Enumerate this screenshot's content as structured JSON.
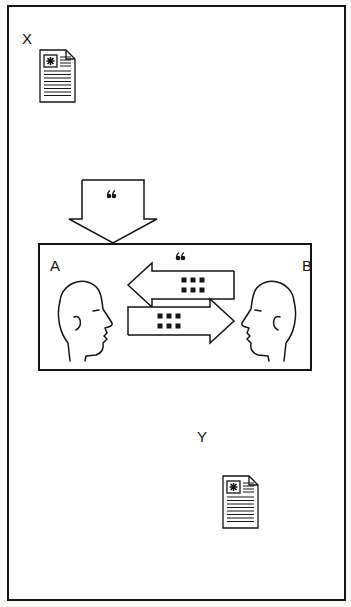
{
  "diagram": {
    "nodes": [
      {
        "text": [
          "X"
        ]
      },
      {
        "text": []
      },
      {
        "text": [
          "A"
        ],
        "in": 1
      },
      {
        "text": [
          "B"
        ],
        "in": 1
      },
      {
        "text": [
          "Y"
        ]
      }
    ],
    "edges": [
      {
        "from": 0,
        "to": 1,
        "arrow": "to"
      },
      {
        "from": 3,
        "to": 2,
        "arrow": "to"
      },
      {
        "from": 2,
        "to": 3,
        "arrow": "to"
      }
    ]
  }
}
